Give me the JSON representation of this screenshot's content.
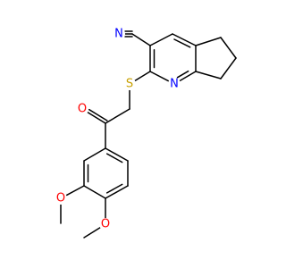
{
  "molecule": {
    "atoms": {
      "nitrile_n": {
        "symbol": "N",
        "color": "#0000ff"
      },
      "ring_n": {
        "symbol": "N",
        "color": "#0000ff"
      },
      "sulfur": {
        "symbol": "S",
        "color": "#c8a000"
      },
      "carbonyl_o": {
        "symbol": "O",
        "color": "#ff0000"
      },
      "methoxy_o1": {
        "symbol": "O",
        "color": "#ff0000"
      },
      "methoxy_o2": {
        "symbol": "O",
        "color": "#ff0000"
      }
    }
  }
}
